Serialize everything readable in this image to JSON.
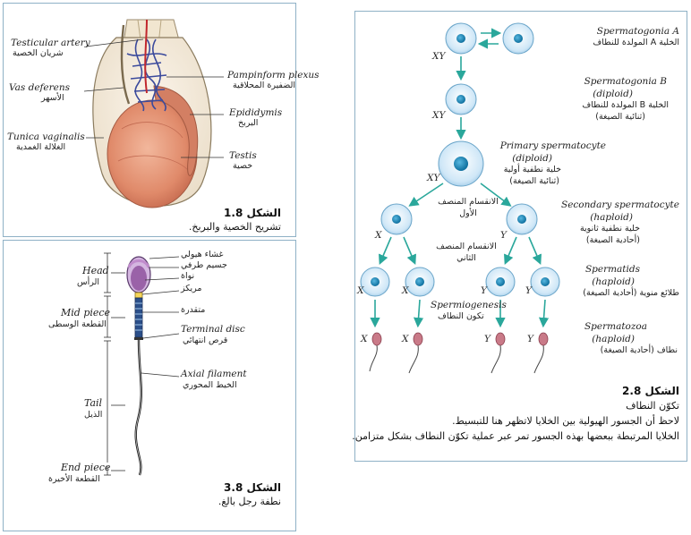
{
  "fig18": {
    "title": "الشكل 1.8",
    "caption": "تشريح الخصية والبربخ.",
    "labels": [
      {
        "key": "artery",
        "en": "Testicular artery",
        "ar": "شريان الخصية"
      },
      {
        "key": "vas",
        "en": "Vas deferens",
        "ar": "الأسهر"
      },
      {
        "key": "tunica",
        "en": "Tunica vaginalis",
        "ar": "الغلالة الغمدية"
      },
      {
        "key": "plexus",
        "en": "Pampinform plexus",
        "ar": "الضفيرة المحلاقية"
      },
      {
        "key": "epid",
        "en": "Epididymis",
        "ar": "البربخ"
      },
      {
        "key": "testis",
        "en": "Testis",
        "ar": "خصية"
      }
    ]
  },
  "fig38": {
    "title": "الشكل 3.8",
    "caption": "نطفة رجل بالغ.",
    "head": {
      "en": "Head",
      "ar": "الرأس"
    },
    "middle": {
      "en": "Mid piece",
      "ar": "القطعة الوسطى"
    },
    "tail": {
      "en": "Tail",
      "ar": "الذيل"
    },
    "end": {
      "en": "End piece",
      "ar": "القطعة الأخيرة"
    },
    "right_ar": [
      "غشاء هيولي",
      "جسيم طرفي",
      "نواة",
      "مريكز",
      "متقدرة"
    ],
    "terminal": {
      "en": "Terminal disc",
      "ar": "قرص انتهائي"
    },
    "axial": {
      "en": "Axial filament",
      "ar": "الخيط المحوري"
    }
  },
  "fig28": {
    "title": "الشكل 2.8",
    "caption_lines": [
      "تكوّن النطاف",
      "لاحظ أن الجسور الهيولية بين الخلايا لاتظهر هنا للتبسيط.",
      "الخلايا المرتبطة ببعضها بهذه الجسور تمر عبر عملية تكوّن النطاف بشكل متزامن."
    ],
    "stages": {
      "sgA": {
        "en": "Spermatogonia A",
        "ar": "الخلية A المولدة للنطاف"
      },
      "sgB": {
        "en": "Spermatogonia B",
        "en2": "(diploid)",
        "ar": "الخلية B المولدة للنطاف",
        "ar2": "(ثنائية الصيغة)"
      },
      "primary": {
        "en": "Primary spermatocyte",
        "en2": "(diploid)",
        "ar": "خلية نطفية أولية",
        "ar2": "(ثنائية الصيغة)"
      },
      "secondary": {
        "en": "Secondary spermatocyte",
        "en2": "(haploid)",
        "ar": "خلية نطفية ثانوية",
        "ar2": "(أحادية الصيغة)"
      },
      "spermatids": {
        "en": "Spermatids",
        "en2": "(haploid)",
        "ar": "طلائع منوية (أحادية الصيغة)"
      },
      "spermatozoa": {
        "en": "Spermatozoa",
        "en2": "(haploid)",
        "ar": "نطاف (أحادية الصيغة)"
      }
    },
    "meiosis1": [
      "الانقسام المنصف",
      "الأول"
    ],
    "meiosis2": [
      "الانقسام المنصف",
      "الثاني"
    ],
    "spermiogenesis": {
      "en": "Spermiogenesis",
      "ar": "تكون النطاف"
    },
    "chrom": {
      "xy": "XY",
      "x": "X",
      "y": "Y"
    }
  },
  "colors": {
    "arrow": "#2aa79b",
    "cell_outer": "#d7ecfa",
    "cell_nucleus": "#1a8fc3",
    "border": "#8fb1c6",
    "testis_fill": "#e89a7a",
    "plexus": "#3b4a9c",
    "sperm_head": "#c97a88"
  }
}
